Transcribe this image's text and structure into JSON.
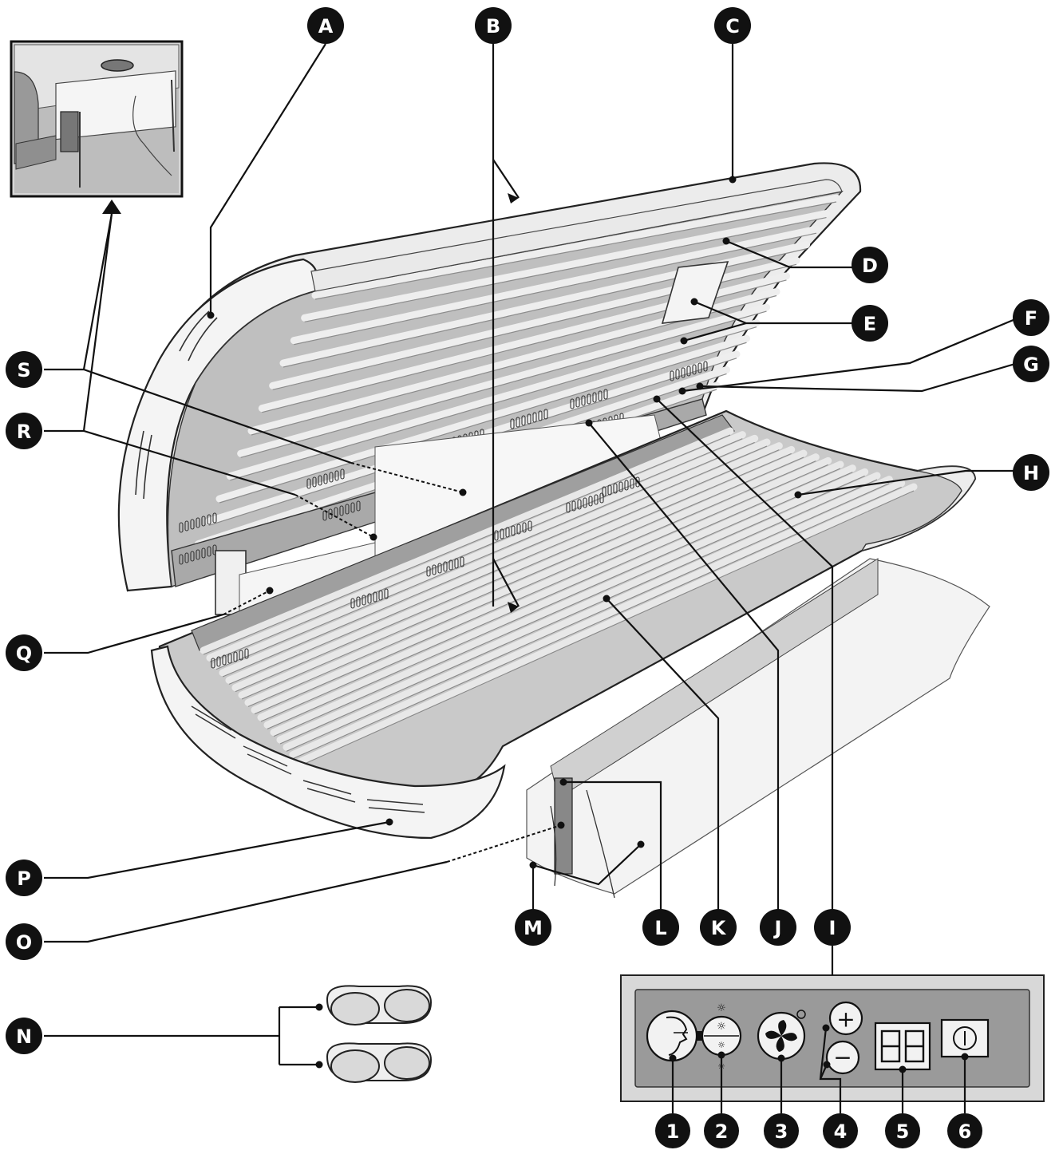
{
  "callouts": {
    "letters": [
      "A",
      "B",
      "C",
      "D",
      "E",
      "F",
      "G",
      "H",
      "I",
      "J",
      "K",
      "L",
      "M",
      "N",
      "O",
      "P",
      "Q",
      "R",
      "S"
    ],
    "numbers": [
      "1",
      "2",
      "3",
      "4",
      "5",
      "6"
    ]
  },
  "panel": {
    "plus_symbol": "+",
    "minus_symbol": "−",
    "power_symbol": "⏻"
  }
}
